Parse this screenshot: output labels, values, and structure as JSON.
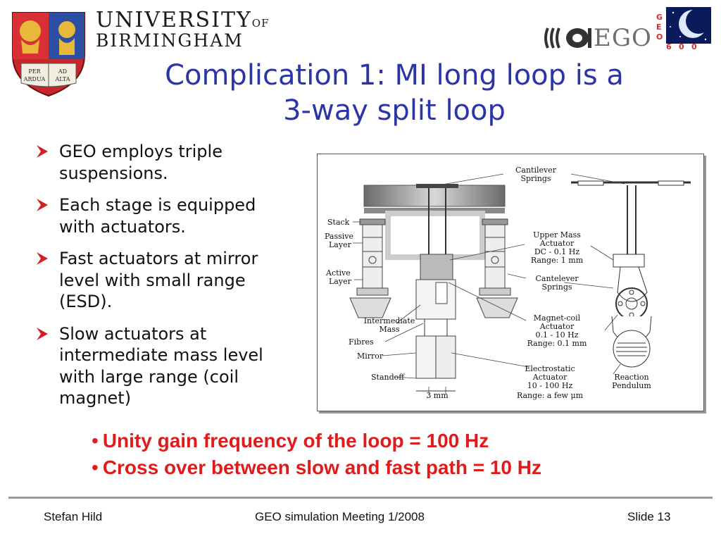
{
  "header": {
    "university_line1": "UNIVERSITY",
    "university_of": "OF",
    "university_line2": "BIRMINGHAM",
    "crest_motto": [
      "PER",
      "AD",
      "ARDUA",
      "ALTA"
    ],
    "ego_label": "EGO",
    "geo_letters": [
      "G",
      "E",
      "O",
      "6",
      "0",
      "0"
    ]
  },
  "title": {
    "line1": "Complication 1: MI long loop is a",
    "line2": "3-way split loop"
  },
  "bullets": [
    "GEO employs triple suspensions.",
    "Each stage is equipped with actuators.",
    "Fast actuators at mirror level with small range (ESD).",
    "Slow actuators at intermediate mass level with large range (coil magnet)"
  ],
  "figure": {
    "labels": {
      "cantilever_springs_1": "Cantilever",
      "cantilever_springs_2": "Springs",
      "stack": "Stack",
      "passive_1": "Passive",
      "passive_2": "Layer",
      "active_1": "Active",
      "active_2": "Layer",
      "upper_1": "Upper Mass",
      "upper_2": "Actuator",
      "upper_3": "DC - 0.1 Hz",
      "upper_4": "Range:  1 mm",
      "cantelever_1": "Cantelever",
      "cantelever_2": "Springs",
      "intermediate_1": "Intermediate",
      "intermediate_2": "Mass",
      "fibres": "Fibres",
      "mirror": "Mirror",
      "standoff": "Standoff",
      "magnet_1": "Magnet-coil",
      "magnet_2": "Actuator",
      "magnet_3": "0.1 - 10 Hz",
      "magnet_4": "Range:  0.1 mm",
      "electro_1": "Electrostatic",
      "electro_2": "Actuator",
      "electro_3": "10 - 100 Hz",
      "electro_4": "Range:  a few μm",
      "reaction_1": "Reaction",
      "reaction_2": "Pendulum",
      "gap": "3 mm"
    }
  },
  "summary": [
    "Unity gain frequency of the loop = 100 Hz",
    "Cross over between slow and fast path = 10 Hz"
  ],
  "footer": {
    "author": "Stefan Hild",
    "meeting": "GEO simulation Meeting 1/2008",
    "slide": "Slide 13"
  },
  "colors": {
    "title": "#2b35a8",
    "emphasis": "#e01b1b",
    "bullet_arrow": "#d42020"
  }
}
